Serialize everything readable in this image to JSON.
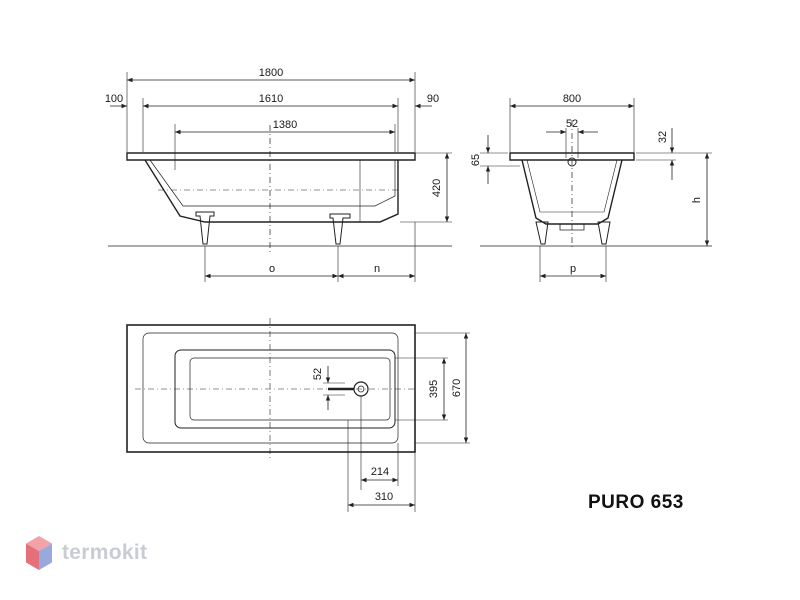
{
  "product": {
    "model": "PURO 653"
  },
  "brand": {
    "name": "termokit",
    "colors": {
      "hex_top": "#f3a3a8",
      "hex_left": "#e5707a",
      "hex_right": "#9aa9dd",
      "text": "#c9ccd3"
    }
  },
  "side_view": {
    "dims": {
      "total_length": "1800",
      "left_offset": "100",
      "inner_length": "1610",
      "right_offset": "90",
      "bottom_length": "1380",
      "height": "420",
      "foot_distance": "o",
      "end_distance": "n"
    }
  },
  "front_view": {
    "dims": {
      "width": "800",
      "drain_width": "52",
      "rim_thickness": "32",
      "rim_depth": "65",
      "height_var": "h",
      "foot_spacing": "p"
    }
  },
  "top_view": {
    "dims": {
      "drain_offset": "52",
      "inner_width": "395",
      "outer_width": "670",
      "drain_from_end": "214",
      "inner_from_end": "310"
    }
  }
}
